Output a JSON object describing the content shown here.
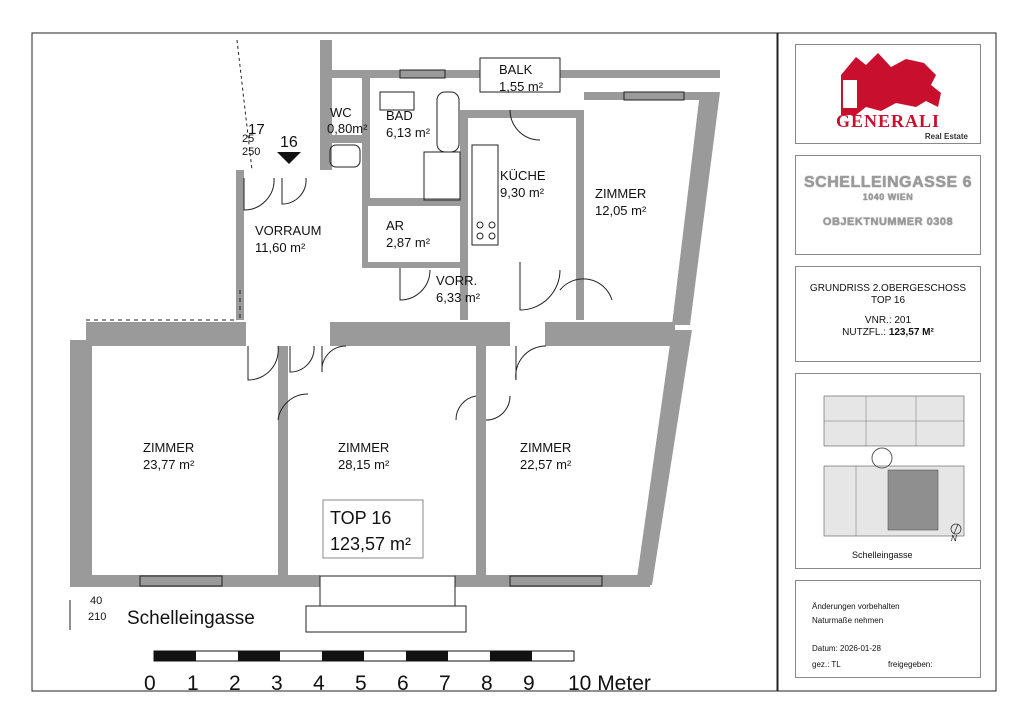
{
  "rooms": [
    {
      "name": "WC",
      "area": "0,80m²"
    },
    {
      "name": "BAD",
      "area": "6,13 m²"
    },
    {
      "name": "BALK",
      "area": "1,55 m²"
    },
    {
      "name": "KÜCHE",
      "area": "9,30 m²"
    },
    {
      "name": "ZIMMER",
      "area": "12,05 m²"
    },
    {
      "name": "VORRAUM",
      "area": "11,60 m²"
    },
    {
      "name": "AR",
      "area": "2,87 m²"
    },
    {
      "name": "VORR.",
      "area": "6,33 m²"
    },
    {
      "name": "ZIMMER",
      "area": "23,77 m²"
    },
    {
      "name": "ZIMMER",
      "area": "28,15 m²"
    },
    {
      "name": "ZIMMER",
      "area": "22,57 m²"
    }
  ],
  "unit_box": {
    "title": "TOP 16",
    "area": "123,57 m²"
  },
  "stair": {
    "label_17": "17",
    "label_25": "25",
    "label_250": "250",
    "label_16": "16"
  },
  "street": "Schelleingasse",
  "dims": {
    "d40": "40",
    "d210": "210"
  },
  "scale": {
    "ticks": [
      "0",
      "1",
      "2",
      "3",
      "4",
      "5",
      "6",
      "7",
      "8",
      "9"
    ],
    "end": "10 Meter"
  },
  "logo": {
    "brand": "GENERALI",
    "sub": "Real Estate"
  },
  "address": {
    "street": "SCHELLEINGASSE 6",
    "city": "1040 WIEN",
    "object": "OBJEKTNUMMER 0308"
  },
  "plan_info": {
    "line1": "GRUNDRISS  2.OBERGESCHOSS",
    "line2": "TOP 16",
    "vnr": "VNR.: 201",
    "nutzfl_label": "NUTZFL.: ",
    "nutzfl_value": "123,57 M²"
  },
  "key_plan": {
    "caption": "Schelleingasse",
    "north": "N"
  },
  "notes": {
    "n1": "Änderungen vorbehalten",
    "n2": "Naturmaße nehmen",
    "datum": "Datum: 2026-01-28",
    "gez": "gez.:  TL",
    "freigegeben": "freigegeben:"
  }
}
